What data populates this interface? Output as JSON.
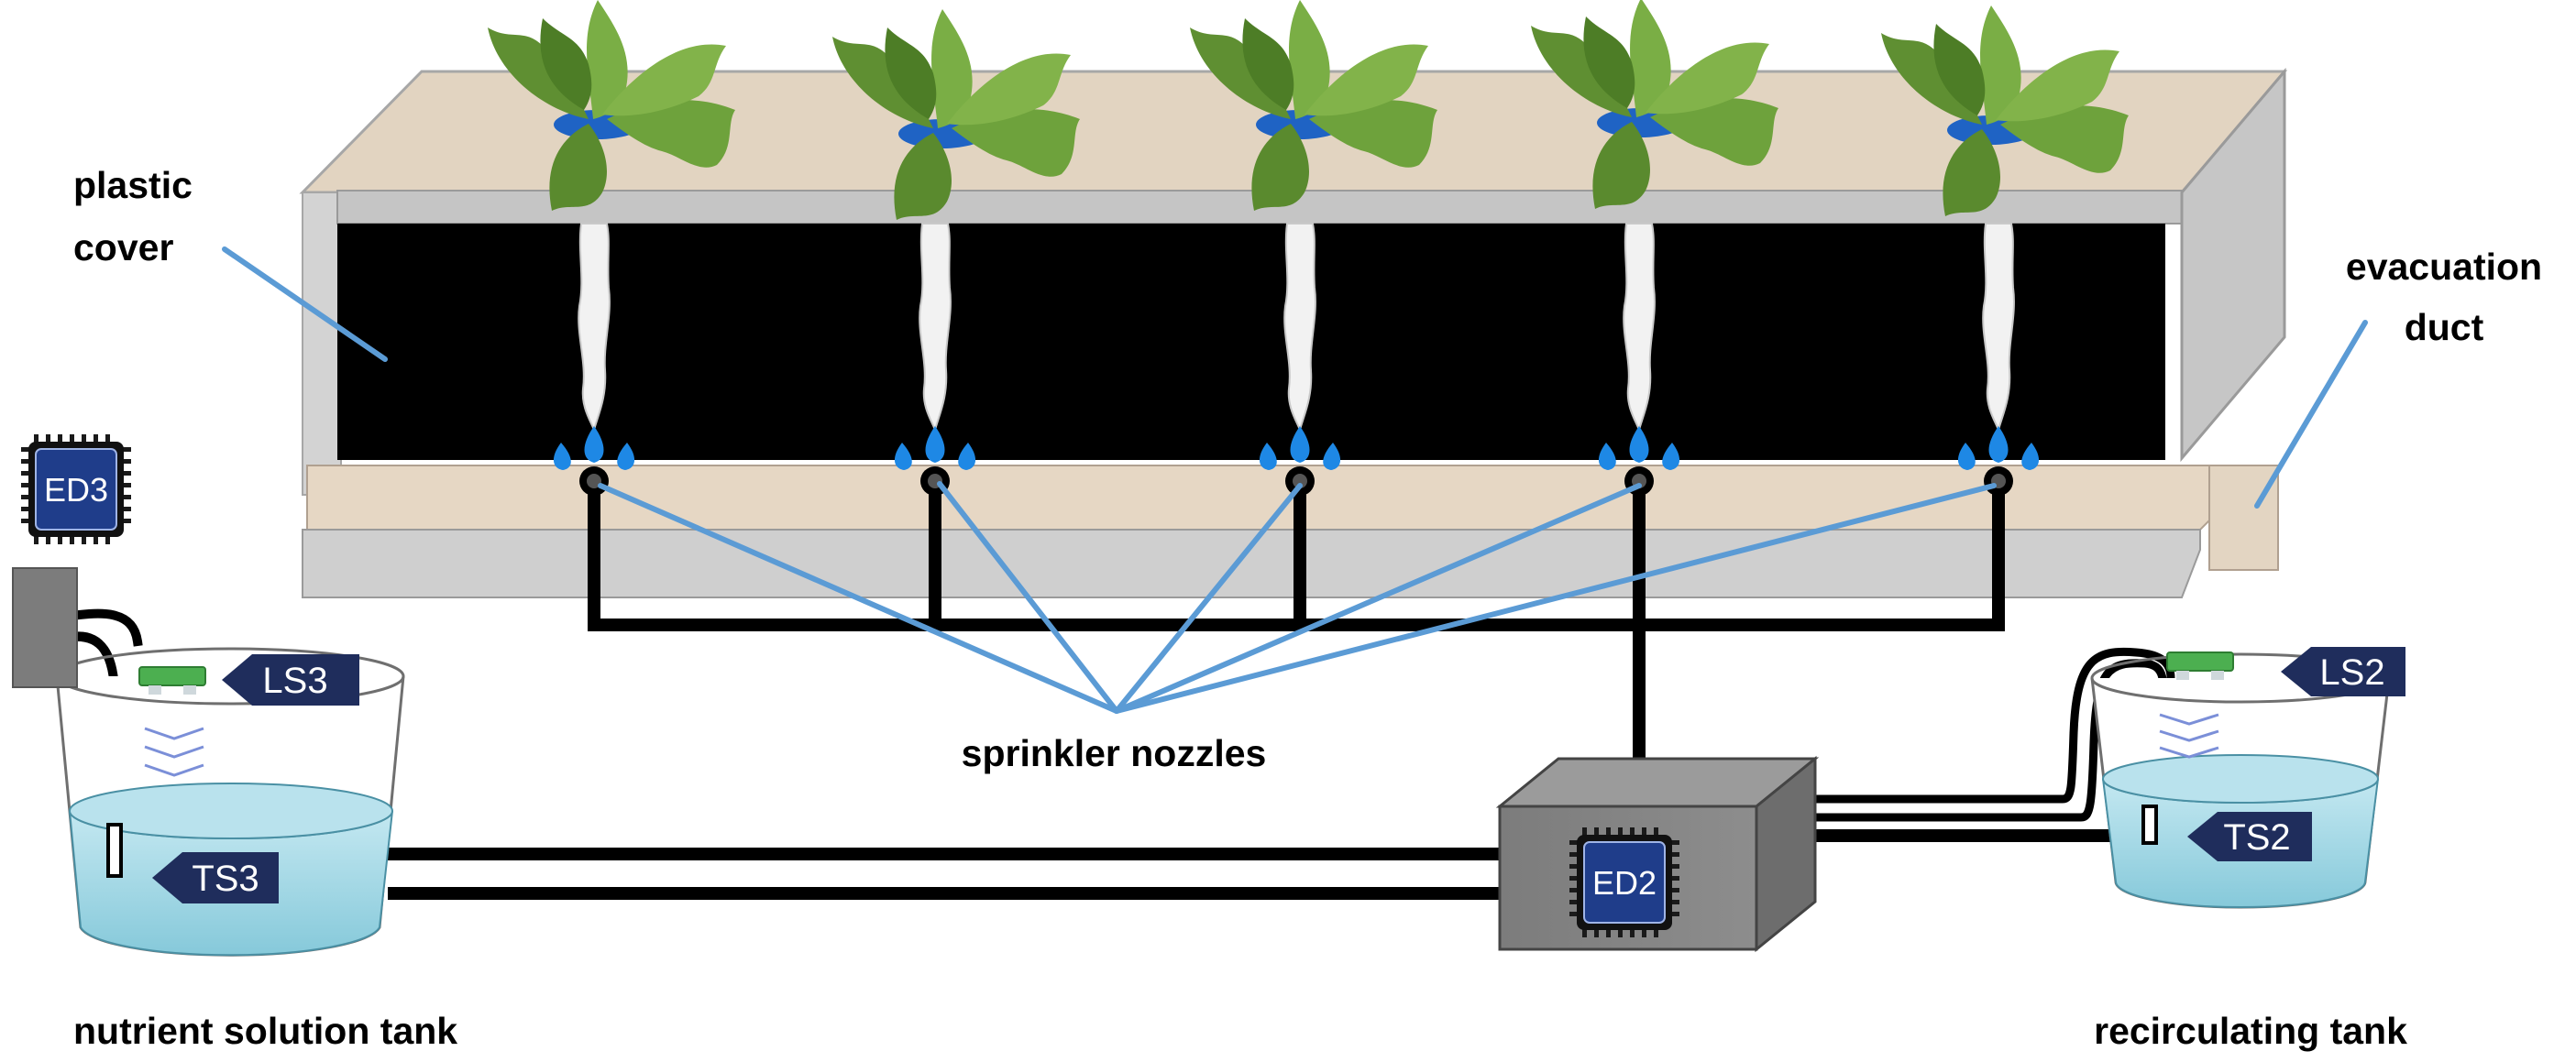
{
  "labels": {
    "plastic_cover": [
      "plastic",
      "cover"
    ],
    "evacuation_duct": [
      "evacuation",
      "duct"
    ],
    "sprinkler_nozzles": "sprinkler nozzles",
    "nutrient_tank": "nutrient solution tank",
    "recirculating_tank": "recirculating tank"
  },
  "devices": {
    "ed3": "ED3",
    "ed2": "ED2"
  },
  "sensors": {
    "ls3": "LS3",
    "ts3": "TS3",
    "ls2": "LS2",
    "ts2": "TS2"
  },
  "colors": {
    "callout_line": "#5b9bd5",
    "tag_fill": "#1f2d5c",
    "water": "#a9dbe8",
    "box_body": "#808080",
    "cover_top": "#e2d4c1",
    "channel_inner": "#000000",
    "lettuce": "#6e9a3c",
    "nozzle": "#1e88e5"
  },
  "icons": {
    "chip": "microcontroller-chip-icon",
    "sensor_board": "green-sensor-board-icon",
    "plant": "lettuce-plant-icon",
    "nozzle": "water-droplet-nozzle-icon"
  }
}
